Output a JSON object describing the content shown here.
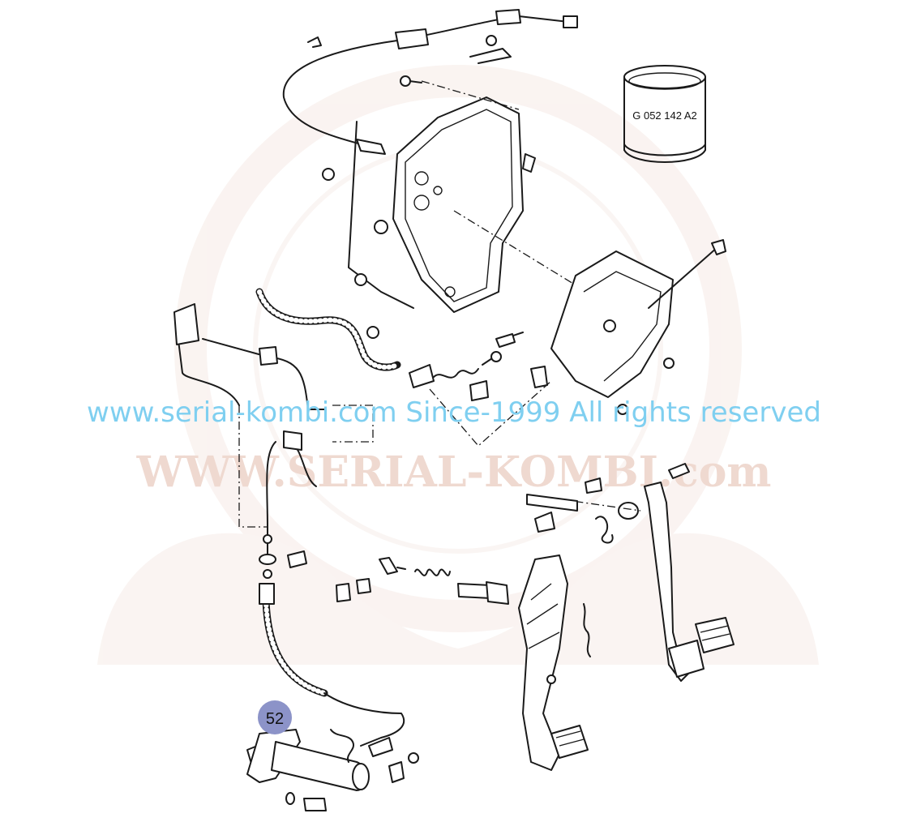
{
  "diagram": {
    "part_number_label": "G 052 142 A2",
    "callouts": [
      {
        "number": "52",
        "color": "#8c93c8"
      }
    ],
    "watermark": {
      "arc_text": "www.serial-kombi.com  Since-1999 All rights reserved",
      "logo_text": "WWW.SERIAL-KOMBI.com",
      "color": "#7fcff0"
    }
  }
}
